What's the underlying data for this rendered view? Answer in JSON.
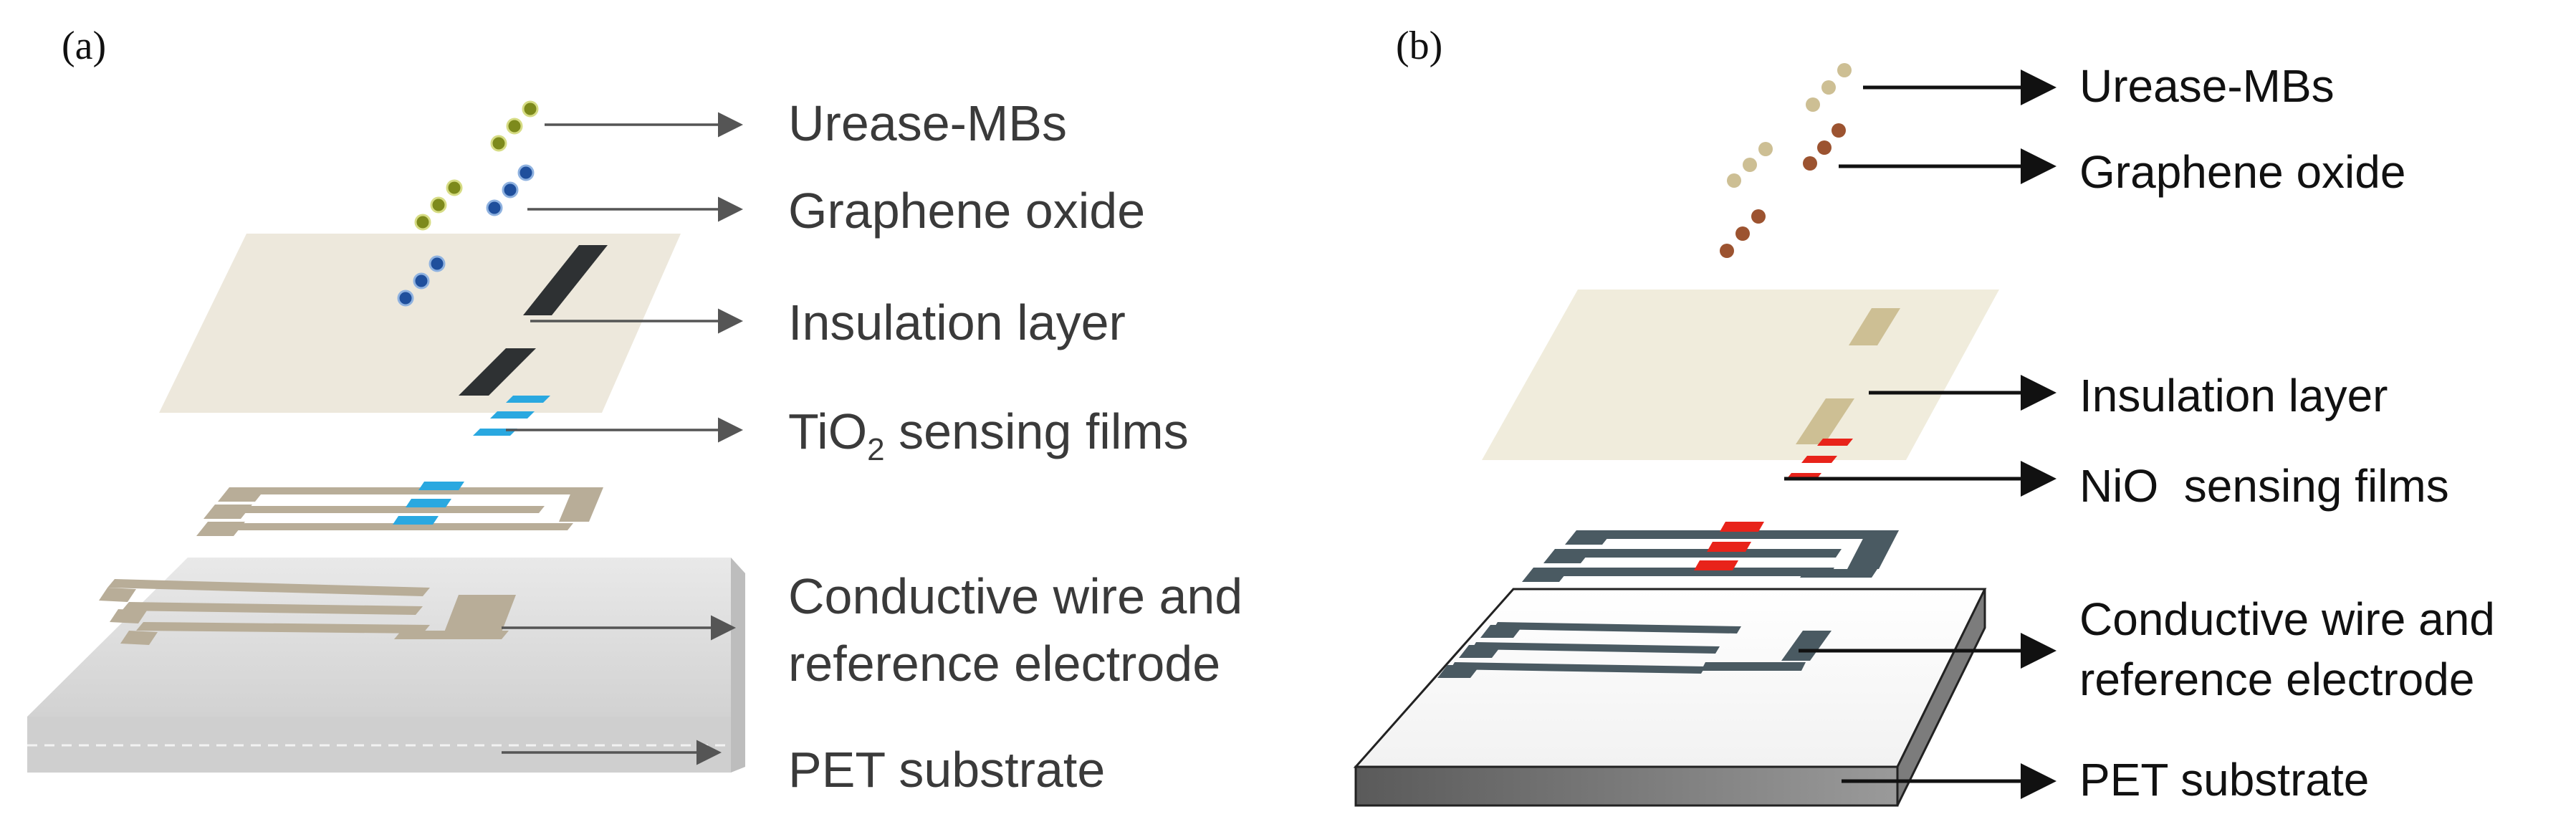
{
  "panel_a": {
    "tag": "(a)",
    "labels": {
      "urease": "Urease-MBs",
      "graphene": "Graphene oxide",
      "insulation": "Insulation layer",
      "sensing_prefix": "TiO",
      "sensing_sub": "2",
      "sensing_suffix": " sensing films",
      "conductive_line1": "Conductive wire and",
      "conductive_line2": "reference electrode",
      "substrate": "PET substrate"
    }
  },
  "panel_b": {
    "tag": "(b)",
    "labels": {
      "urease": "Urease-MBs",
      "graphene": "Graphene oxide",
      "insulation": "Insulation layer",
      "sensing": "NiO  sensing films",
      "conductive_line1": "Conductive wire and",
      "conductive_line2": "reference electrode",
      "substrate": "PET substrate"
    }
  },
  "colors": {
    "a_urease_bead": "#7d8a1c",
    "a_graphene_bead": "#1f4f9c",
    "a_insulation": "#ede8dc",
    "a_sensing": "#2aa8e0",
    "a_wire": "#b8ad98",
    "a_substrate": "#d8d8d8",
    "b_urease_bead": "#cdbf94",
    "b_graphene_bead": "#9c5330",
    "b_insulation": "#f0ecdc",
    "b_sensing": "#e8231a",
    "b_wire": "#4a5a62",
    "b_substrate_side": "#6a6a6a"
  }
}
